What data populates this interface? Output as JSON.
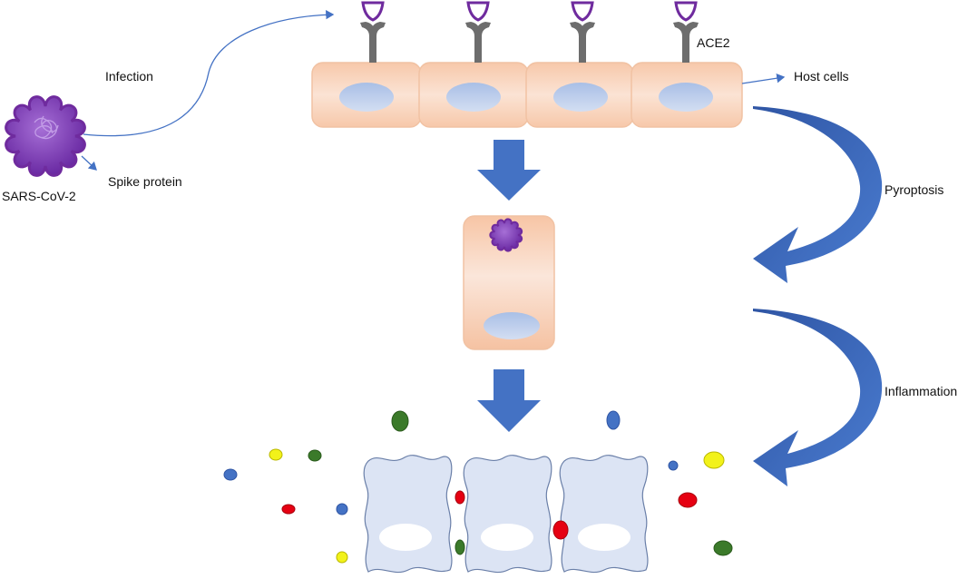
{
  "labels": {
    "infection": "Infection",
    "ace2": "ACE2",
    "host_cells": "Host cells",
    "virus": "SARS-CoV-2",
    "spike_protein": "Spike protein",
    "pyroptosis": "Pyroptosis",
    "inflammation": "Inflammation"
  },
  "colors": {
    "cell_fill": "#f9d9c4",
    "cell_edge": "#f0b898",
    "nucleus": "#b7c9ea",
    "receptor": "#6d6d6d",
    "spike_outline": "#6f2b9e",
    "virus_body": "#7e3fb6",
    "arrow_blue": "#4472c4",
    "curved_arrow": "#3058a8",
    "dead_cell_fill": "#dce4f4",
    "dead_cell_edge": "#6a7fa8",
    "particle_blue": "#4472c4",
    "particle_green": "#3b7a2a",
    "particle_yellow": "#f2f21a",
    "particle_red": "#e60012"
  }
}
